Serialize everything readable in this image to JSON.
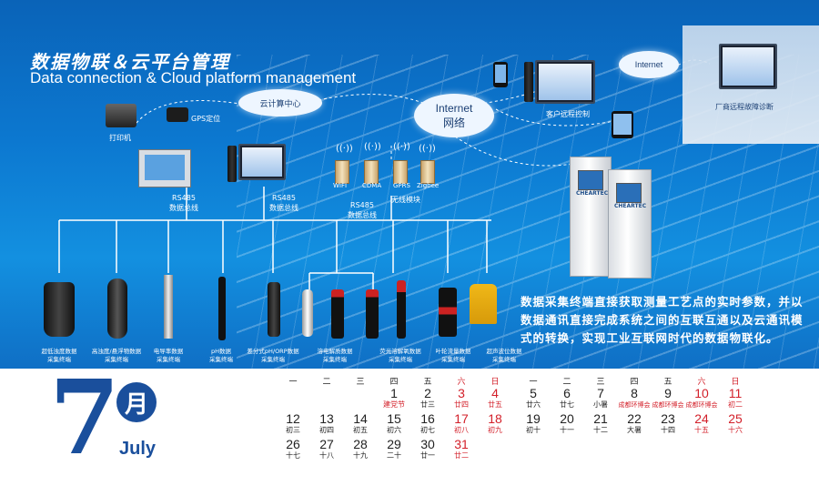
{
  "poster": {
    "title_cn": "数据物联＆云平台管理",
    "title_en": "Data connection & Cloud platform management",
    "labels": {
      "printer": "打印机",
      "gps": "GPS定位",
      "cloud_center": "云计算中心",
      "internet_cloud_en": "Internet",
      "internet_cloud_cn": "网络",
      "internet_small": "Internet",
      "client_remote": "客户远程控制",
      "factory_remote": "厂商远程故障诊断",
      "rs485_a": "RS485\n数据总线",
      "rs485_b": "RS485\n数据总线",
      "rs485_c": "RS485\n数据总线",
      "wireless": "无线模块",
      "cabinet_brand": "CHEARTEC"
    },
    "modules": [
      "WIFI",
      "CDMA",
      "GPRS",
      "Zigbee"
    ],
    "sensors": [
      "超低浊度数据\n采集终端",
      "高浊度/悬浮物数据\n采集终端",
      "电导率数据\n采集终端",
      "pH数据\n采集终端",
      "差分式pH/ORP数据\n采集终端",
      "溶电解质数据\n采集终端",
      "荧光溶解氧数据\n采集终端",
      "叶轮流量数据\n采集终端",
      "超声波位数据\n采集终端"
    ],
    "paragraph": "数据采集终端直接获取测量工艺点的实时参数，并以数据通讯直接完成系统之间的互联互通以及云通讯模式的转换，实现工业互联网时代的数据物联化。"
  },
  "calendar": {
    "month_number": "7",
    "month_cn": "月",
    "month_en": "July",
    "weekdays_left": [
      "一",
      "二",
      "三",
      "四",
      "五",
      "六",
      "日"
    ],
    "weekdays_right": [
      "一",
      "二",
      "三",
      "四",
      "五",
      "六",
      "日"
    ],
    "left": [
      [
        null,
        null,
        null,
        {
          "d": "1",
          "l": "建党节"
        },
        {
          "d": "2",
          "l": "廿三"
        },
        {
          "d": "3",
          "l": "廿四"
        },
        {
          "d": "4",
          "l": "廿五"
        }
      ],
      [
        {
          "d": "12",
          "l": "初三"
        },
        {
          "d": "13",
          "l": "初四"
        },
        {
          "d": "14",
          "l": "初五"
        },
        {
          "d": "15",
          "l": "初六"
        },
        {
          "d": "16",
          "l": "初七"
        },
        {
          "d": "17",
          "l": "初八"
        },
        {
          "d": "18",
          "l": "初九"
        }
      ],
      [
        {
          "d": "26",
          "l": "十七"
        },
        {
          "d": "27",
          "l": "十八"
        },
        {
          "d": "28",
          "l": "十九"
        },
        {
          "d": "29",
          "l": "二十"
        },
        {
          "d": "30",
          "l": "廿一"
        },
        {
          "d": "31",
          "l": "廿二"
        },
        null
      ]
    ],
    "right": [
      [
        {
          "d": "5",
          "l": "廿六"
        },
        {
          "d": "6",
          "l": "廿七"
        },
        {
          "d": "7",
          "l": "小暑"
        },
        {
          "d": "8",
          "l": "成都环博会"
        },
        {
          "d": "9",
          "l": "成都环博会"
        },
        {
          "d": "10",
          "l": "成都环博会"
        },
        {
          "d": "11",
          "l": "初二"
        }
      ],
      [
        {
          "d": "19",
          "l": "初十"
        },
        {
          "d": "20",
          "l": "十一"
        },
        {
          "d": "21",
          "l": "十二"
        },
        {
          "d": "22",
          "l": "大暑"
        },
        {
          "d": "23",
          "l": "十四"
        },
        {
          "d": "24",
          "l": "十五"
        },
        {
          "d": "25",
          "l": "十六"
        }
      ]
    ],
    "colors": {
      "accent": "#1a4f9c",
      "weekend": "#d3202a",
      "festival": "#d3202a"
    }
  }
}
